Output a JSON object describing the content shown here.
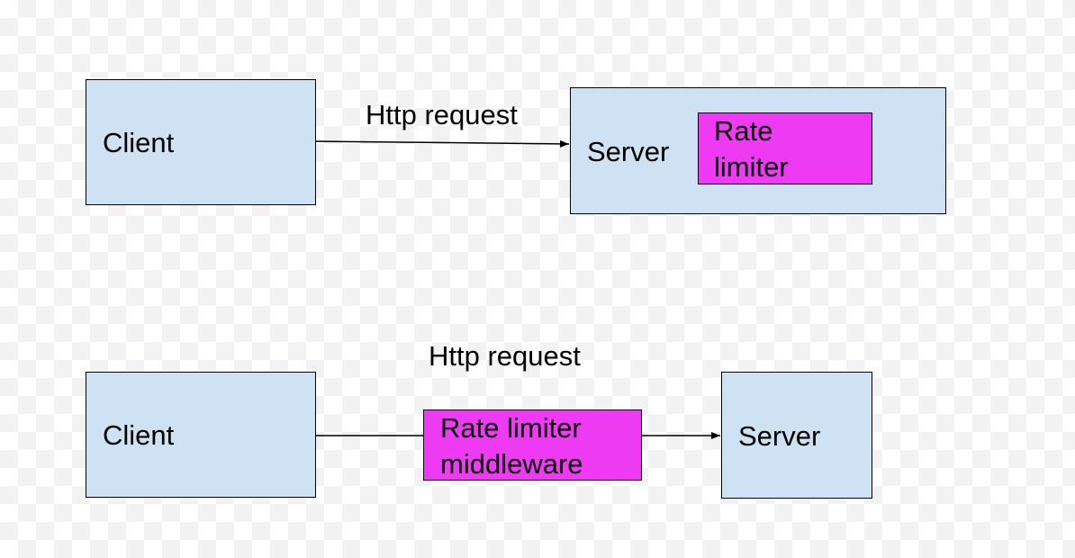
{
  "top": {
    "client_label": "Client",
    "request_label": "Http request",
    "server_label": "Server",
    "limiter_label": "Rate limiter"
  },
  "bottom": {
    "client_label": "Client",
    "request_label": "Http request",
    "middleware_label": "Rate limiter middleware",
    "server_label": "Server"
  },
  "colors": {
    "box_fill": "#cfe2f3",
    "limiter_fill": "#ee3bf3",
    "stroke": "#000000"
  }
}
